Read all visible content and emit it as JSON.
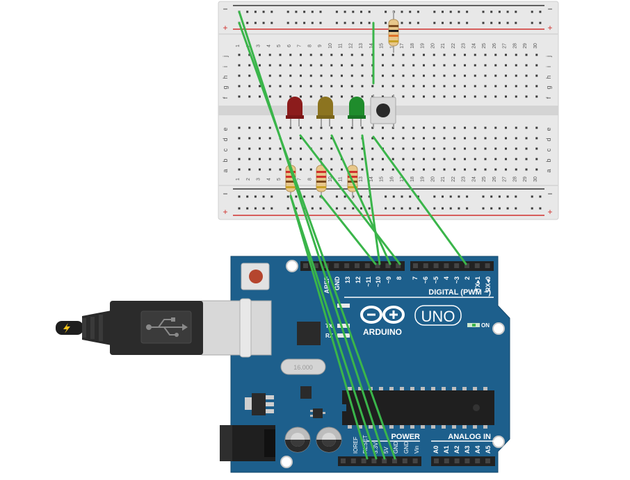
{
  "breadboard": {
    "rail_minus": "−",
    "rail_plus": "+",
    "row_letters_top": [
      "j",
      "i",
      "h",
      "g",
      "f"
    ],
    "row_letters_bottom": [
      "e",
      "d",
      "c",
      "b",
      "a"
    ],
    "columns": [
      "1",
      "2",
      "3",
      "4",
      "5",
      "6",
      "7",
      "8",
      "9",
      "10",
      "11",
      "12",
      "13",
      "14",
      "15",
      "16",
      "17",
      "18",
      "19",
      "20",
      "21",
      "22",
      "23",
      "24",
      "25",
      "26",
      "27",
      "28",
      "29",
      "30"
    ]
  },
  "components": {
    "leds": [
      {
        "name": "red-led",
        "color": "#8c1c1c"
      },
      {
        "name": "yellow-led",
        "color": "#8c7420"
      },
      {
        "name": "green-led",
        "color": "#1f8c2c"
      }
    ],
    "pushbutton": "pushbutton",
    "usb_plug_icon": "lightning-bolt-icon",
    "usb_symbol_icon": "usb-icon"
  },
  "arduino": {
    "board_color": "#1d5f8c",
    "brand": "ARDUINO",
    "model": "UNO",
    "on_label": "ON",
    "tx_label": "TX",
    "rx_label": "RX",
    "crystal_label": "16.000",
    "digital_title": "DIGITAL (PWM ~)",
    "digital_pins": [
      "AREF",
      "GND",
      "13",
      "12",
      "~11",
      "~10",
      "~9",
      "8",
      "7",
      "~6",
      "~5",
      "4",
      "~3",
      "2",
      "TX▸1",
      "RX◂0"
    ],
    "power_title": "POWER",
    "power_pins": [
      "IOREF",
      "RESET",
      "3.3V",
      "5V",
      "GND",
      "GND",
      "Vin"
    ],
    "analog_title": "ANALOG IN",
    "analog_pins": [
      "A0",
      "A1",
      "A2",
      "A3",
      "A4",
      "A5"
    ]
  },
  "colors": {
    "wire": "#3ab54a",
    "rail_red": "#d0312d",
    "rail_dark": "#333333",
    "breadboard": "#e9e9e9"
  }
}
